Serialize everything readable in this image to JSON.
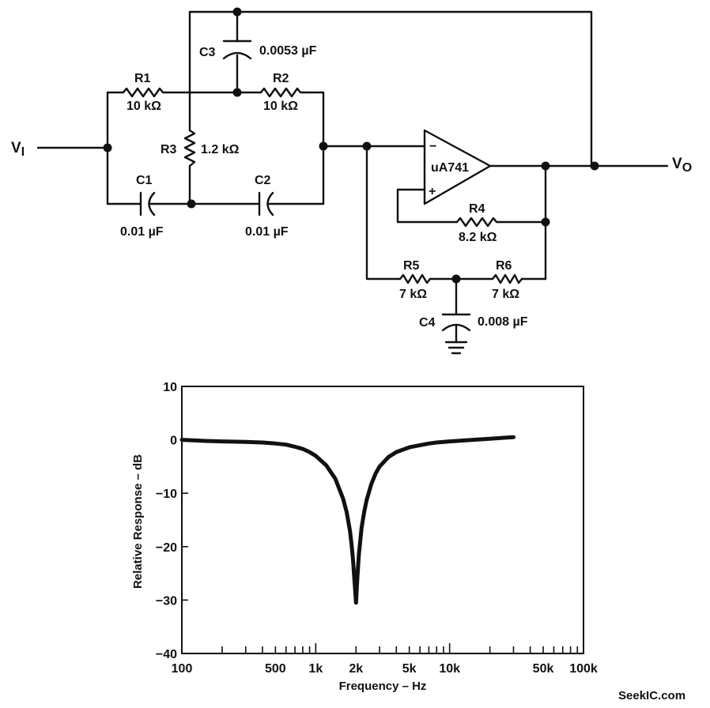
{
  "schematic": {
    "input_label": "V",
    "input_sub": "I",
    "output_label": "V",
    "output_sub": "O",
    "opamp": {
      "name": "uA741",
      "minus": "−",
      "plus": "+"
    },
    "components": {
      "C3": {
        "ref": "C3",
        "value": "0.0053 µF"
      },
      "R1": {
        "ref": "R1",
        "value": "10 kΩ"
      },
      "R2": {
        "ref": "R2",
        "value": "10 kΩ"
      },
      "R3": {
        "ref": "R3",
        "value": "1.2 kΩ"
      },
      "C1": {
        "ref": "C1",
        "value": "0.01 µF"
      },
      "C2": {
        "ref": "C2",
        "value": "0.01 µF"
      },
      "R4": {
        "ref": "R4",
        "value": "8.2 kΩ"
      },
      "R5": {
        "ref": "R5",
        "value": "7 kΩ"
      },
      "R6": {
        "ref": "R6",
        "value": "7 kΩ"
      },
      "C4": {
        "ref": "C4",
        "value": "0.008 µF"
      }
    }
  },
  "chart_data": {
    "type": "line",
    "xlabel": "Frequency – Hz",
    "ylabel": "Relative Response – dB",
    "xscale": "log",
    "xlim": [
      100,
      100000
    ],
    "ylim": [
      -40,
      10
    ],
    "x_tick_labels": [
      "100",
      "500",
      "1k",
      "2k",
      "5k",
      "10k",
      "50k",
      "100k"
    ],
    "x_tick_values": [
      100,
      500,
      1000,
      2000,
      5000,
      10000,
      50000,
      100000
    ],
    "y_tick_labels": [
      "10",
      "0",
      "−10",
      "−20",
      "−30",
      "−40"
    ],
    "y_tick_values": [
      10,
      0,
      -10,
      -20,
      -30,
      -40
    ],
    "grid": false,
    "series": [
      {
        "x": [
          100,
          150,
          200,
          300,
          400,
          500,
          600,
          700,
          800,
          900,
          1000,
          1200,
          1400,
          1600,
          1700,
          1800,
          1850,
          1900,
          1950,
          2000,
          2050,
          2100,
          2200,
          2300,
          2400,
          2600,
          2800,
          3000,
          3500,
          4000,
          5000,
          6000,
          7000,
          8000,
          10000,
          15000,
          20000,
          30000
        ],
        "y": [
          0,
          -0.2,
          -0.3,
          -0.4,
          -0.5,
          -0.7,
          -0.9,
          -1.3,
          -1.7,
          -2.3,
          -3,
          -4.8,
          -7.3,
          -11,
          -13.5,
          -17,
          -19.5,
          -22.5,
          -26.5,
          -30.5,
          -25.5,
          -21.5,
          -16.5,
          -13.5,
          -11.3,
          -8.3,
          -6.3,
          -5,
          -3.2,
          -2.3,
          -1.4,
          -1,
          -0.7,
          -0.5,
          -0.3,
          0,
          0.2,
          0.5
        ]
      }
    ]
  },
  "watermark": "SeekIC.com"
}
